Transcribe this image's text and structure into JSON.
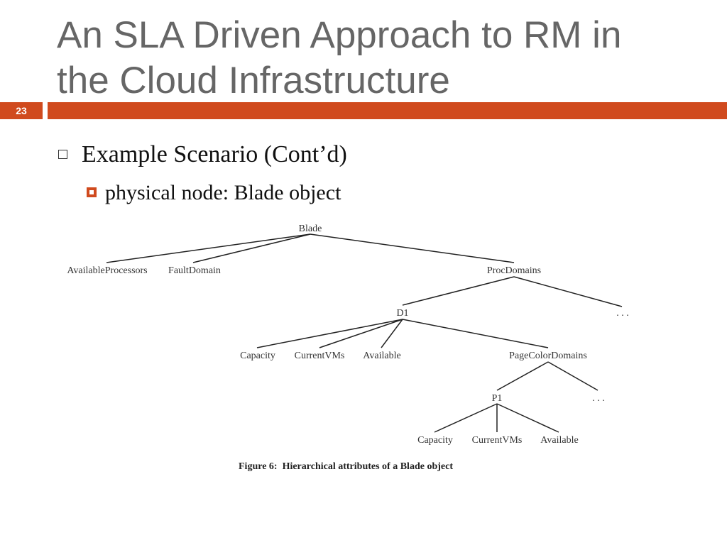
{
  "slide": {
    "title_line1": "An SLA Driven Approach to RM in",
    "title_line2": "the Cloud Infrastructure",
    "number": "23"
  },
  "bullets": {
    "level1": "Example Scenario (Cont’d)",
    "level2": "physical node: Blade object"
  },
  "figure": {
    "caption": "Figure 6:  Hierarchical attributes of a Blade object",
    "nodes": {
      "blade": "Blade",
      "available_processors": "AvailableProcessors",
      "fault_domain": "FaultDomain",
      "proc_domains": "ProcDomains",
      "d1": "D1",
      "proc_ellipsis": ". . .",
      "d1_capacity": "Capacity",
      "d1_current_vms": "CurrentVMs",
      "d1_available": "Available",
      "page_color_domains": "PageColorDomains",
      "p1": "P1",
      "page_ellipsis": ". . .",
      "p1_capacity": "Capacity",
      "p1_current_vms": "CurrentVMs",
      "p1_available": "Available"
    }
  }
}
